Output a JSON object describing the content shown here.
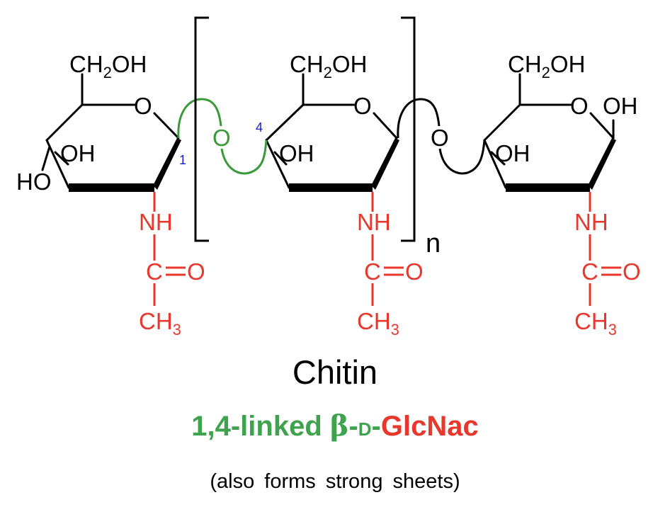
{
  "colors": {
    "acetamide_red": "#e8372c",
    "linkage_green": "#3fa34d",
    "locant_blue": "#1a1ad6",
    "bond_black": "#000000"
  },
  "units": [
    {
      "ch2oh": "CH",
      "ch2oh_sub": "2",
      "ch2oh_tail": "OH",
      "ring_o": "O",
      "oh": "OH",
      "extra_oh": "HO",
      "nh": "NH",
      "c": "C",
      "o_dbl": "O",
      "ch3": "CH",
      "ch3_sub": "3"
    },
    {
      "ch2oh": "CH",
      "ch2oh_sub": "2",
      "ch2oh_tail": "OH",
      "ring_o": "O",
      "oh": "OH",
      "nh": "NH",
      "c": "C",
      "o_dbl": "O",
      "ch3": "CH",
      "ch3_sub": "3"
    },
    {
      "ch2oh": "CH",
      "ch2oh_sub": "2",
      "ch2oh_tail": "OH",
      "ring_o": "O",
      "oh": "OH",
      "anomeric_oh": "OH",
      "nh": "NH",
      "c": "C",
      "o_dbl": "O",
      "ch3": "CH",
      "ch3_sub": "3"
    }
  ],
  "linkages": [
    {
      "oxygen": "O",
      "locant_from": "1",
      "locant_to": "4"
    },
    {
      "oxygen": "O"
    }
  ],
  "repeat_subscript": "n",
  "title": "Chitin",
  "subtitle": {
    "linkage": "1,4-linked ",
    "beta": "β",
    "dash1": "-",
    "d": "D",
    "dash2": "-",
    "sugar": "GlcNac"
  },
  "note": "(also forms strong sheets)"
}
